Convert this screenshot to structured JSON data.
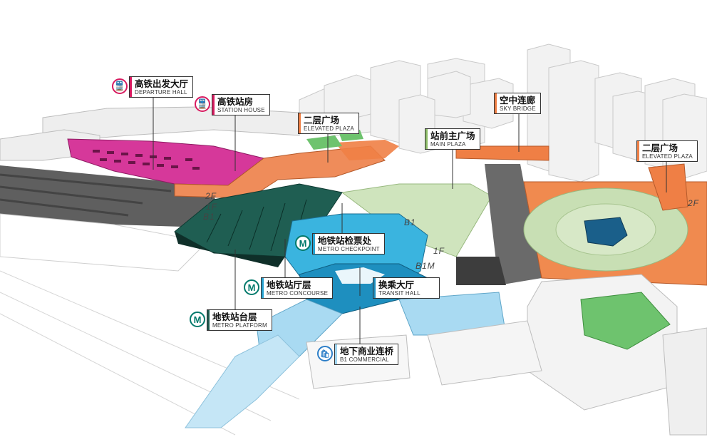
{
  "colors": {
    "departure": "#d81b60",
    "elevated": "#ef7f45",
    "ground": "#b7d39c",
    "metro_concourse": "#29a3d1",
    "metro_platform": "#1c5a4f",
    "commercial": "#9fd4ef",
    "road": "#666666"
  },
  "icons": {
    "rail": "train-icon",
    "metro": "M",
    "commercial": "shopping-bag-icon"
  },
  "labels": {
    "departure_hall": {
      "zh": "高铁出发大厅",
      "en": "DEPARTURE HALL"
    },
    "station_house": {
      "zh": "高铁站房",
      "en": "STATION HOUSE"
    },
    "elevated_plaza_left": {
      "zh": "二层广场",
      "en": "ELEVATED PLAZA"
    },
    "sky_bridge": {
      "zh": "空中连廊",
      "en": "SKY BRIDGE"
    },
    "main_plaza": {
      "zh": "站前主广场",
      "en": "MAIN PLAZA"
    },
    "elevated_plaza_right": {
      "zh": "二层广场",
      "en": "ELEVATED PLAZA"
    },
    "metro_checkpoint": {
      "zh": "地铁站检票处",
      "en": "METRO CHECKPOINT"
    },
    "metro_concourse": {
      "zh": "地铁站厅层",
      "en": "METRO CONCOURSE"
    },
    "transit_hall": {
      "zh": "换乘大厅",
      "en": "TRANSIT HALL"
    },
    "metro_platform": {
      "zh": "地铁站台层",
      "en": "METRO PLATFORM"
    },
    "b1_commercial": {
      "zh": "地下商业连桥",
      "en": "B1 COMMERCIAL"
    }
  },
  "floors": {
    "f2_left": "2F",
    "f1_left": "1F",
    "b1_left": "B1",
    "b1_center": "B1",
    "f1_center": "1F",
    "b1m": "B1M",
    "f2_right": "2F"
  }
}
